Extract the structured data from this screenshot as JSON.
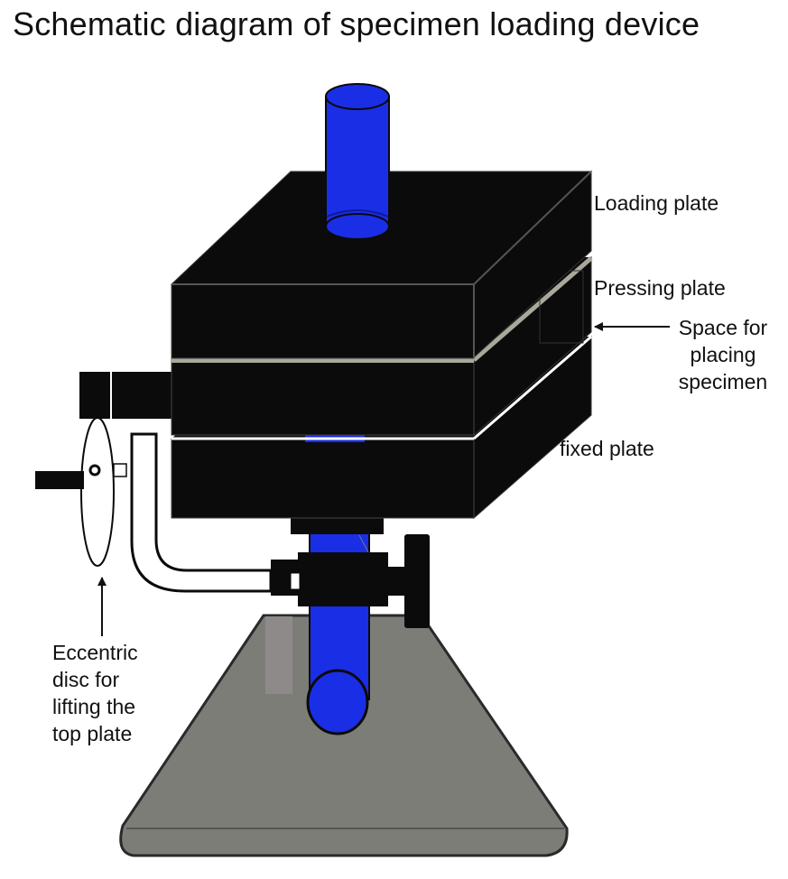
{
  "title": "Schematic diagram of specimen loading device",
  "labels": {
    "loading_plate": "Loading plate",
    "pressing_plate": "Pressing plate",
    "specimen_space": [
      "Space for",
      "placing",
      "specimen"
    ],
    "fixed_plate": "fixed plate",
    "eccentric_disc": [
      "Eccentric",
      "disc for",
      "lifting the",
      "top plate"
    ]
  },
  "colors": {
    "plate": "#0b0b0b",
    "rod": "#1a2ee6",
    "rod_dark": "#0d1a9a",
    "base": "#7d7d78",
    "base_edge": "#2a2a2a",
    "gap": "#a9a89a",
    "text": "#111111"
  }
}
